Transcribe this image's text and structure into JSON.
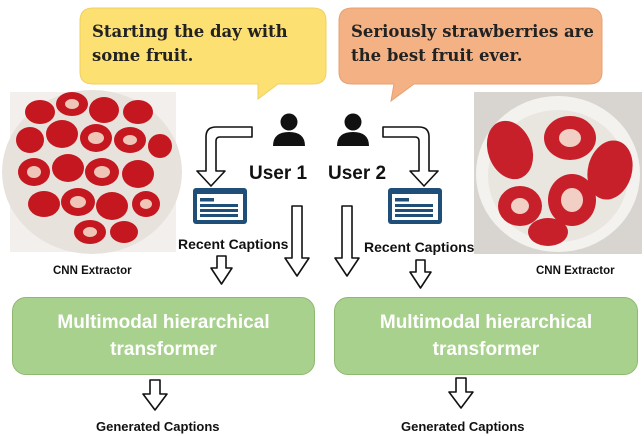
{
  "bubbles": {
    "user1_caption": "Starting the day with some fruit.",
    "user2_caption": "Seriously strawberries are the best fruit ever.",
    "user1_color": "#fde072",
    "user2_color": "#f4b183"
  },
  "users": {
    "user1_label": "User 1",
    "user2_label": "User 2"
  },
  "labels": {
    "cnn_left": "CNN Extractor",
    "cnn_right": "CNN Extractor",
    "recent_left": "Recent Captions",
    "recent_right": "Recent Captions",
    "generated_left": "Generated Captions",
    "generated_right": "Generated Captions"
  },
  "transformers": {
    "left": "Multimodal hierarchical\ntransformer",
    "right": "Multimodal hierarchical\ntransformer",
    "fill_color": "#a9d18e"
  },
  "images": {
    "left": "strawberries-on-plate-photo",
    "right": "strawberries-in-bowl-photo"
  }
}
